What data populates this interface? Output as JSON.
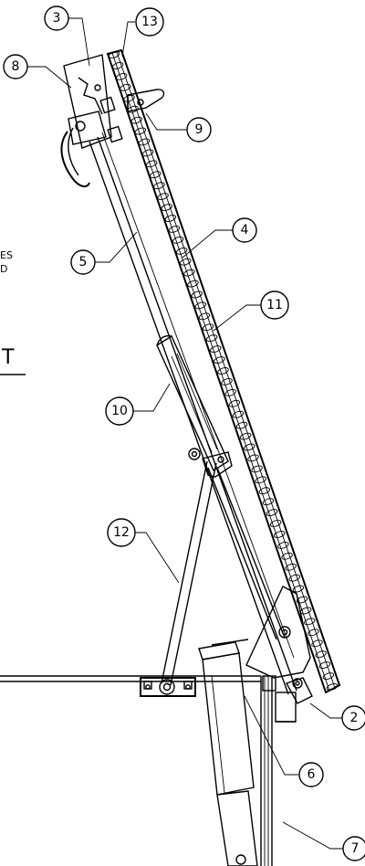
{
  "callouts": [
    {
      "id": "c3",
      "label": "3"
    },
    {
      "id": "c13",
      "label": "13"
    },
    {
      "id": "c8",
      "label": "8"
    },
    {
      "id": "c9",
      "label": "9"
    },
    {
      "id": "c4",
      "label": "4"
    },
    {
      "id": "c5",
      "label": "5"
    },
    {
      "id": "c11",
      "label": "11"
    },
    {
      "id": "c10",
      "label": "10"
    },
    {
      "id": "c12",
      "label": "12"
    },
    {
      "id": "c2",
      "label": "2"
    },
    {
      "id": "c6",
      "label": "6"
    },
    {
      "id": "c7",
      "label": "7"
    }
  ],
  "edge_text": {
    "line1": "ES",
    "line2": "D",
    "big": "T"
  }
}
